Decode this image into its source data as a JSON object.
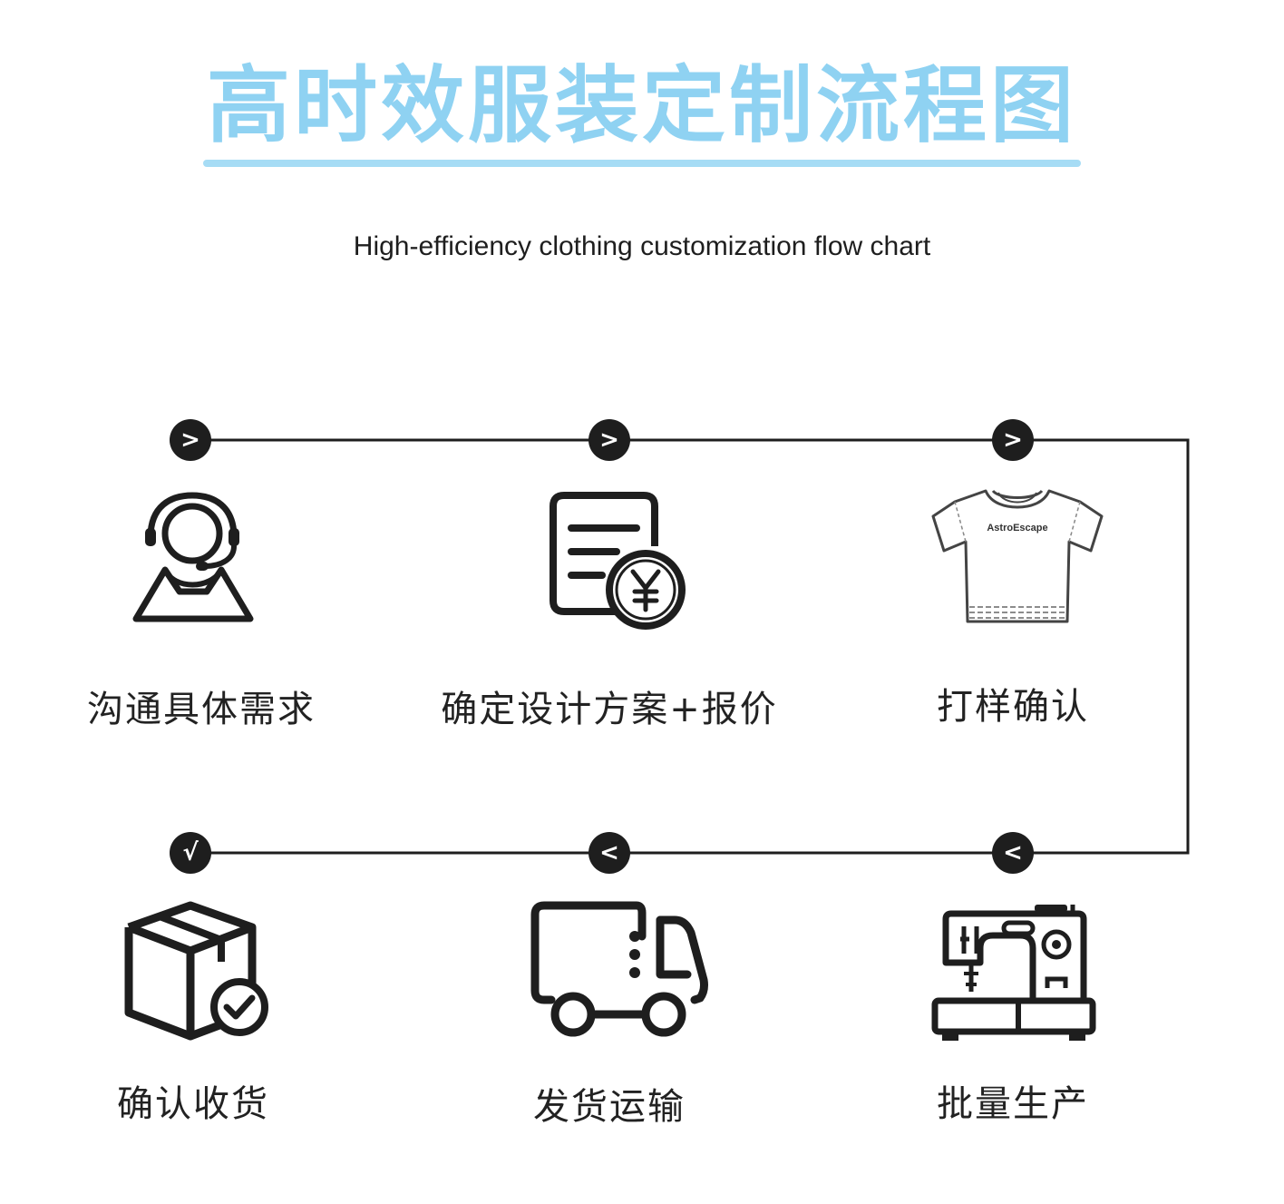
{
  "title": "高时效服装定制流程图",
  "subtitle": "High-efficiency clothing customization flow chart",
  "colors": {
    "title": "#8fd2f2",
    "underline": "#a6dcf5",
    "line": "#1e1e1e",
    "node": "#1e1e1e",
    "text": "#222222"
  },
  "nodes": {
    "n1": ">",
    "n2": ">",
    "n3": ">",
    "n4": "<",
    "n5": "<",
    "n6": "√"
  },
  "steps": [
    {
      "label": "沟通具体需求",
      "icon": "customer-service-headset-icon"
    },
    {
      "label": "确定设计方案+报价",
      "icon": "quote-document-yuan-icon"
    },
    {
      "label": "打样确认",
      "icon": "sample-tshirt-icon"
    },
    {
      "label": "批量生产",
      "icon": "sewing-machine-icon"
    },
    {
      "label": "发货运输",
      "icon": "delivery-truck-icon"
    },
    {
      "label": "确认收货",
      "icon": "package-check-icon"
    }
  ],
  "tshirt_print": "AstroEscape"
}
